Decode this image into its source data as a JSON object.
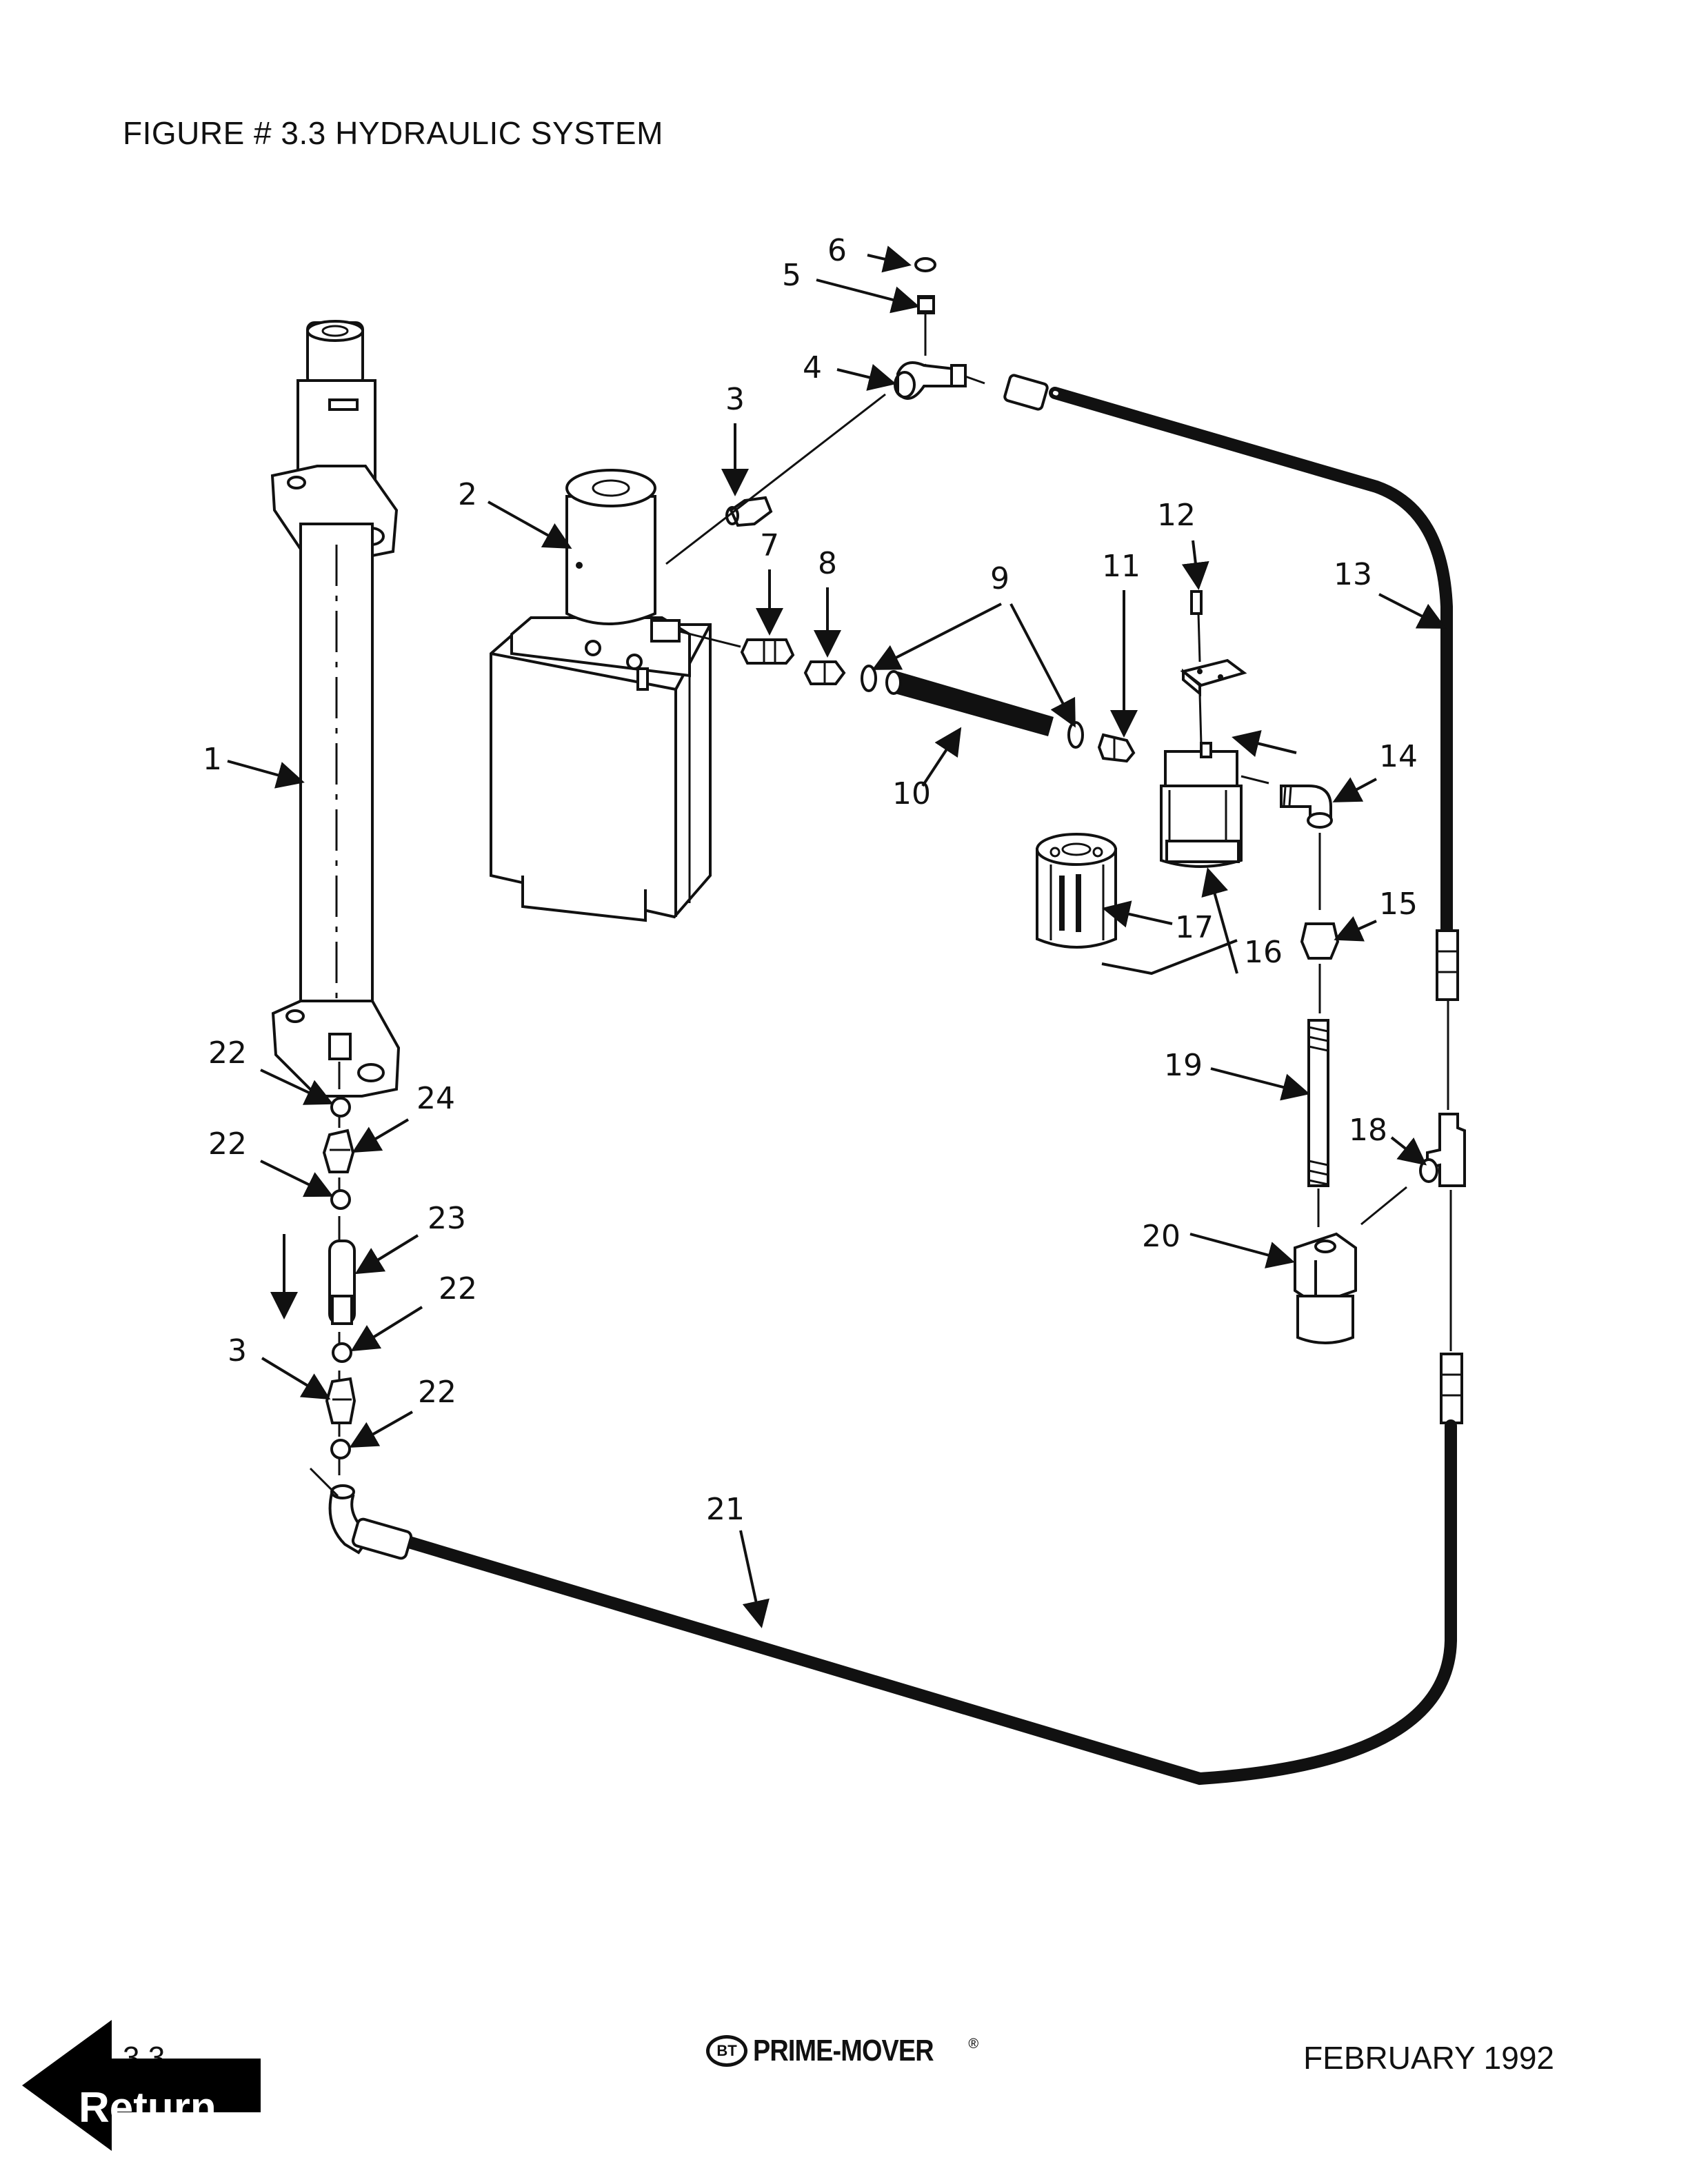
{
  "document": {
    "title": "FIGURE # 3.3  HYDRAULIC SYSTEM",
    "page_number": "3.3",
    "brand": "PRIME-MOVER",
    "brand_logo": "BT",
    "brand_mark": "®",
    "date": "FEBRUARY 1992"
  },
  "navigation": {
    "return_label": "Return",
    "return_icon": "left-arrow-icon"
  },
  "callouts": [
    "1",
    "2",
    "3",
    "3",
    "4",
    "5",
    "6",
    "7",
    "8",
    "9",
    "10",
    "11",
    "12",
    "13",
    "14",
    "15",
    "16",
    "17",
    "18",
    "19",
    "20",
    "21",
    "22",
    "22",
    "22",
    "22",
    "23",
    "24"
  ],
  "colors": {
    "ink": "#111111",
    "paper": "#ffffff"
  }
}
